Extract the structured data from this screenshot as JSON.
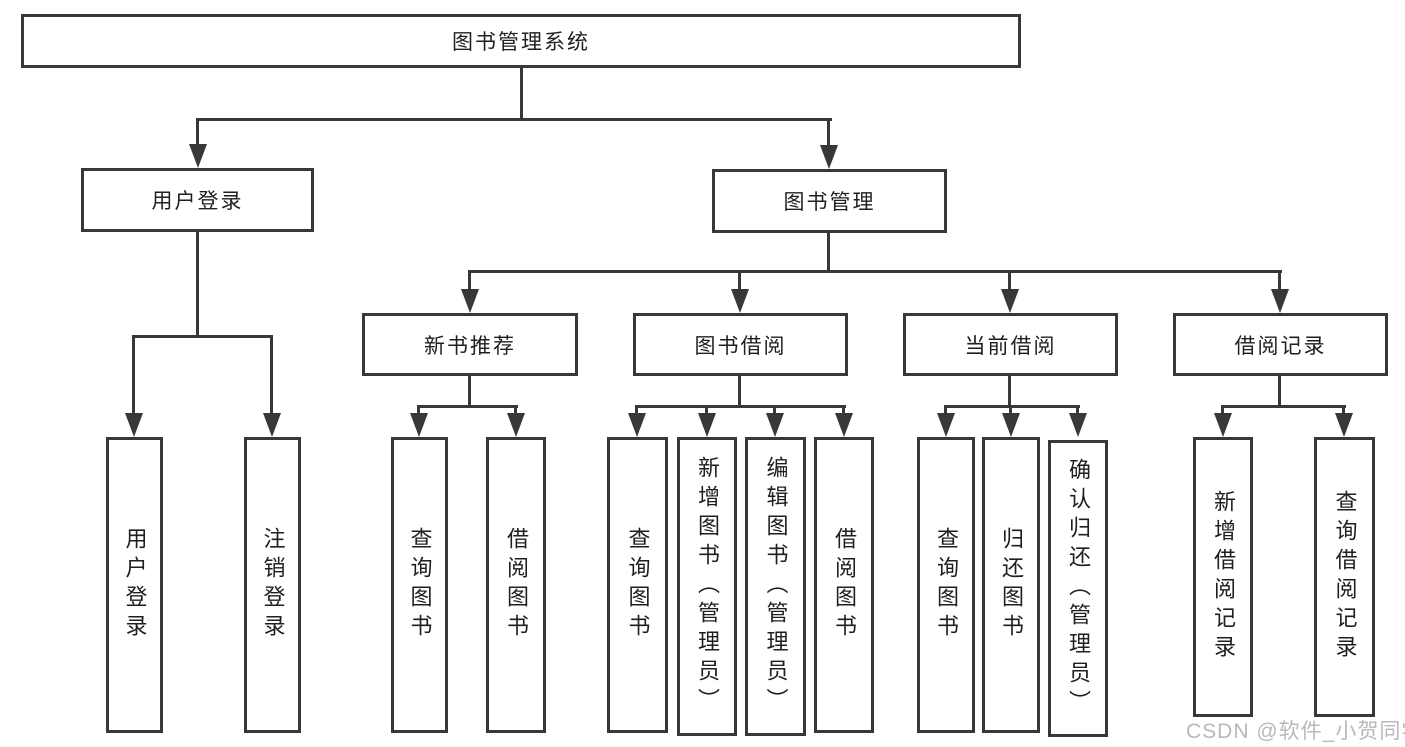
{
  "diagram": {
    "root": "图书管理系统",
    "user_login": {
      "label": "用户登录",
      "children": {
        "login": "用户登录",
        "logout": "注销登录"
      }
    },
    "book_mgmt": {
      "label": "图书管理",
      "new_books": {
        "label": "新书推荐",
        "children": {
          "query": "查询图书",
          "borrow": "借阅图书"
        }
      },
      "borrowing": {
        "label": "图书借阅",
        "children": {
          "query": "查询图书",
          "add": "新增图书（管理员）",
          "edit": "编辑图书（管理员）",
          "borrow": "借阅图书"
        }
      },
      "current": {
        "label": "当前借阅",
        "children": {
          "query": "查询图书",
          "return": "归还图书",
          "confirm": "确认归还（管理员）"
        }
      },
      "records": {
        "label": "借阅记录",
        "children": {
          "add": "新增借阅记录",
          "query": "查询借阅记录"
        }
      }
    }
  },
  "watermark": "CSDN @软件_小贺同学",
  "colors": {
    "line": "#383838",
    "text": "#1f1f1f",
    "background": "#ffffff",
    "watermark": "#b9b9b9"
  }
}
